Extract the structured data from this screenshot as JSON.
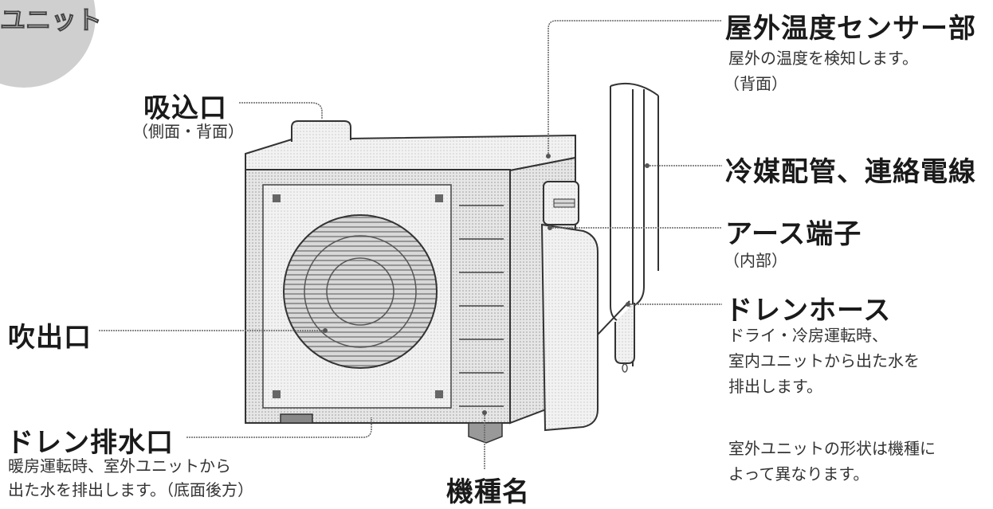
{
  "header_badge": "ユニット",
  "labels": {
    "outdoor_temp_sensor": {
      "title": "屋外温度センサー部",
      "lines": [
        "屋外の温度を検知します。",
        "（背面）"
      ]
    },
    "intake": {
      "title": "吸込口",
      "lines": [
        "（側面・背面）"
      ]
    },
    "refrigerant_pipe": {
      "title": "冷媒配管、連絡電線",
      "lines": []
    },
    "ground_terminal": {
      "title": "アース端子",
      "lines": [
        "（内部）"
      ]
    },
    "drain_hose": {
      "title": "ドレンホース",
      "lines": [
        "ドライ・冷房運転時、",
        "室内ユニットから出た水を",
        "排出します。"
      ]
    },
    "outlet": {
      "title": "吹出口",
      "lines": []
    },
    "drain_port": {
      "title": "ドレン排水口",
      "lines": [
        "暖房運転時、室外ユニットから",
        "出た水を排出します。（底面後方）"
      ]
    },
    "model_name": {
      "title": "機種名",
      "lines": []
    }
  },
  "note": [
    "室外ユニットの形状は機種に",
    "よって異なります。"
  ]
}
